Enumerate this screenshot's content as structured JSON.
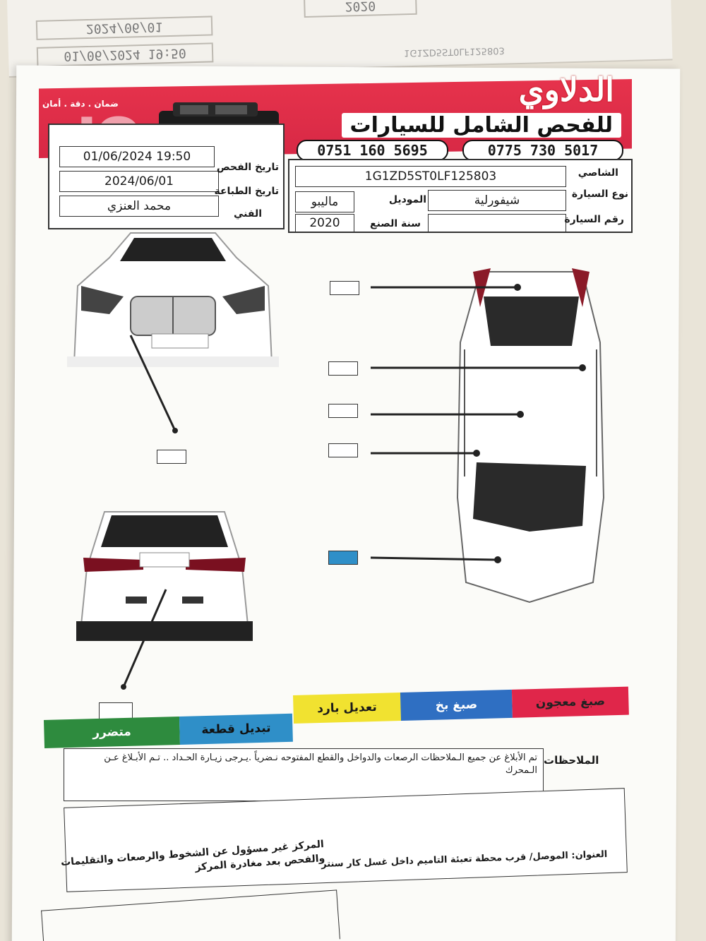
{
  "previous_page": {
    "year": "2020",
    "print_date": "2024/06/01",
    "inspect_datetime": "01/06/2024 19:50",
    "chassis_fragment": "1G1ZD5ST0LF125803"
  },
  "header": {
    "brand": "الدلاوي",
    "subtitle": "للفحص الشامل للسيارات",
    "tagline": "ضمان . دقة . أمان",
    "phone_1": "0751 160 5695",
    "phone_2": "0775 730 5017",
    "watermark": "IQ"
  },
  "inspection": {
    "inspect_date_label": "تاريخ الفحص",
    "inspect_date": "01/06/2024 19:50",
    "print_date_label": "تاريخ الطباعة",
    "print_date": "2024/06/01",
    "technician_label": "الفني",
    "technician": "محمد العنزي"
  },
  "vehicle": {
    "chassis_label": "الشاصي",
    "chassis": "1G1ZD5ST0LF125803",
    "type_label": "نوع السيارة",
    "type": "شيفورلية",
    "model_label": "الموديل",
    "model": "ماليبو",
    "plate_label": "رقم السيارة",
    "plate": "",
    "year_label": "سنة الصنع",
    "year": "2020"
  },
  "legend": {
    "items": [
      {
        "label": "صبغ معجون",
        "color": "#e0264a"
      },
      {
        "label": "صبغ بخ",
        "color": "#2f6fc2"
      },
      {
        "label": "تعديل بارد",
        "color": "#f1e230"
      },
      {
        "label": "تبديل قطعة",
        "color": "#2f8fc8"
      },
      {
        "label": "متضرر",
        "color": "#2e8b3e"
      }
    ]
  },
  "notes": {
    "label": "الملاحظات",
    "text": "تم الأبلاغ عن جميع الـملاحظات  الرصعات والدواخل والقطع المفتوحه نـضرياً .يـرجى زيـارة الحـداد .. تـم الأبـلاغ عـن الـمحرك"
  },
  "footer": {
    "address": "العنوان: الموصل/ قرب محطة تعبئة التاميم داخل غسل كار سنتر",
    "disclaimer": "المركز غير مسؤول عن الشخوط والرصعات والتقليمات والفحص بعد مغادرة المركز"
  }
}
